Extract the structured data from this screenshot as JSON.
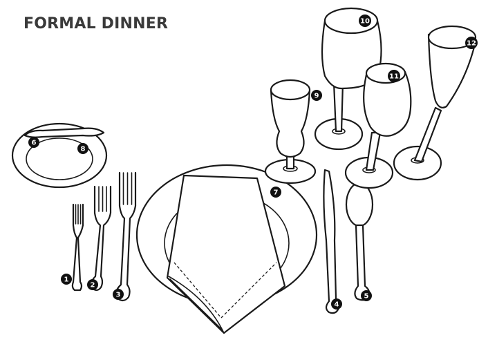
{
  "title": "FORMAL DINNER",
  "colors": {
    "ink": "#1a1a1a",
    "badge": "#111111",
    "badge_text": "#ffffff",
    "title": "#3a3a3a"
  },
  "badges": [
    "1",
    "2",
    "3",
    "4",
    "5",
    "6",
    "7",
    "8",
    "9",
    "10",
    "11",
    "12"
  ]
}
